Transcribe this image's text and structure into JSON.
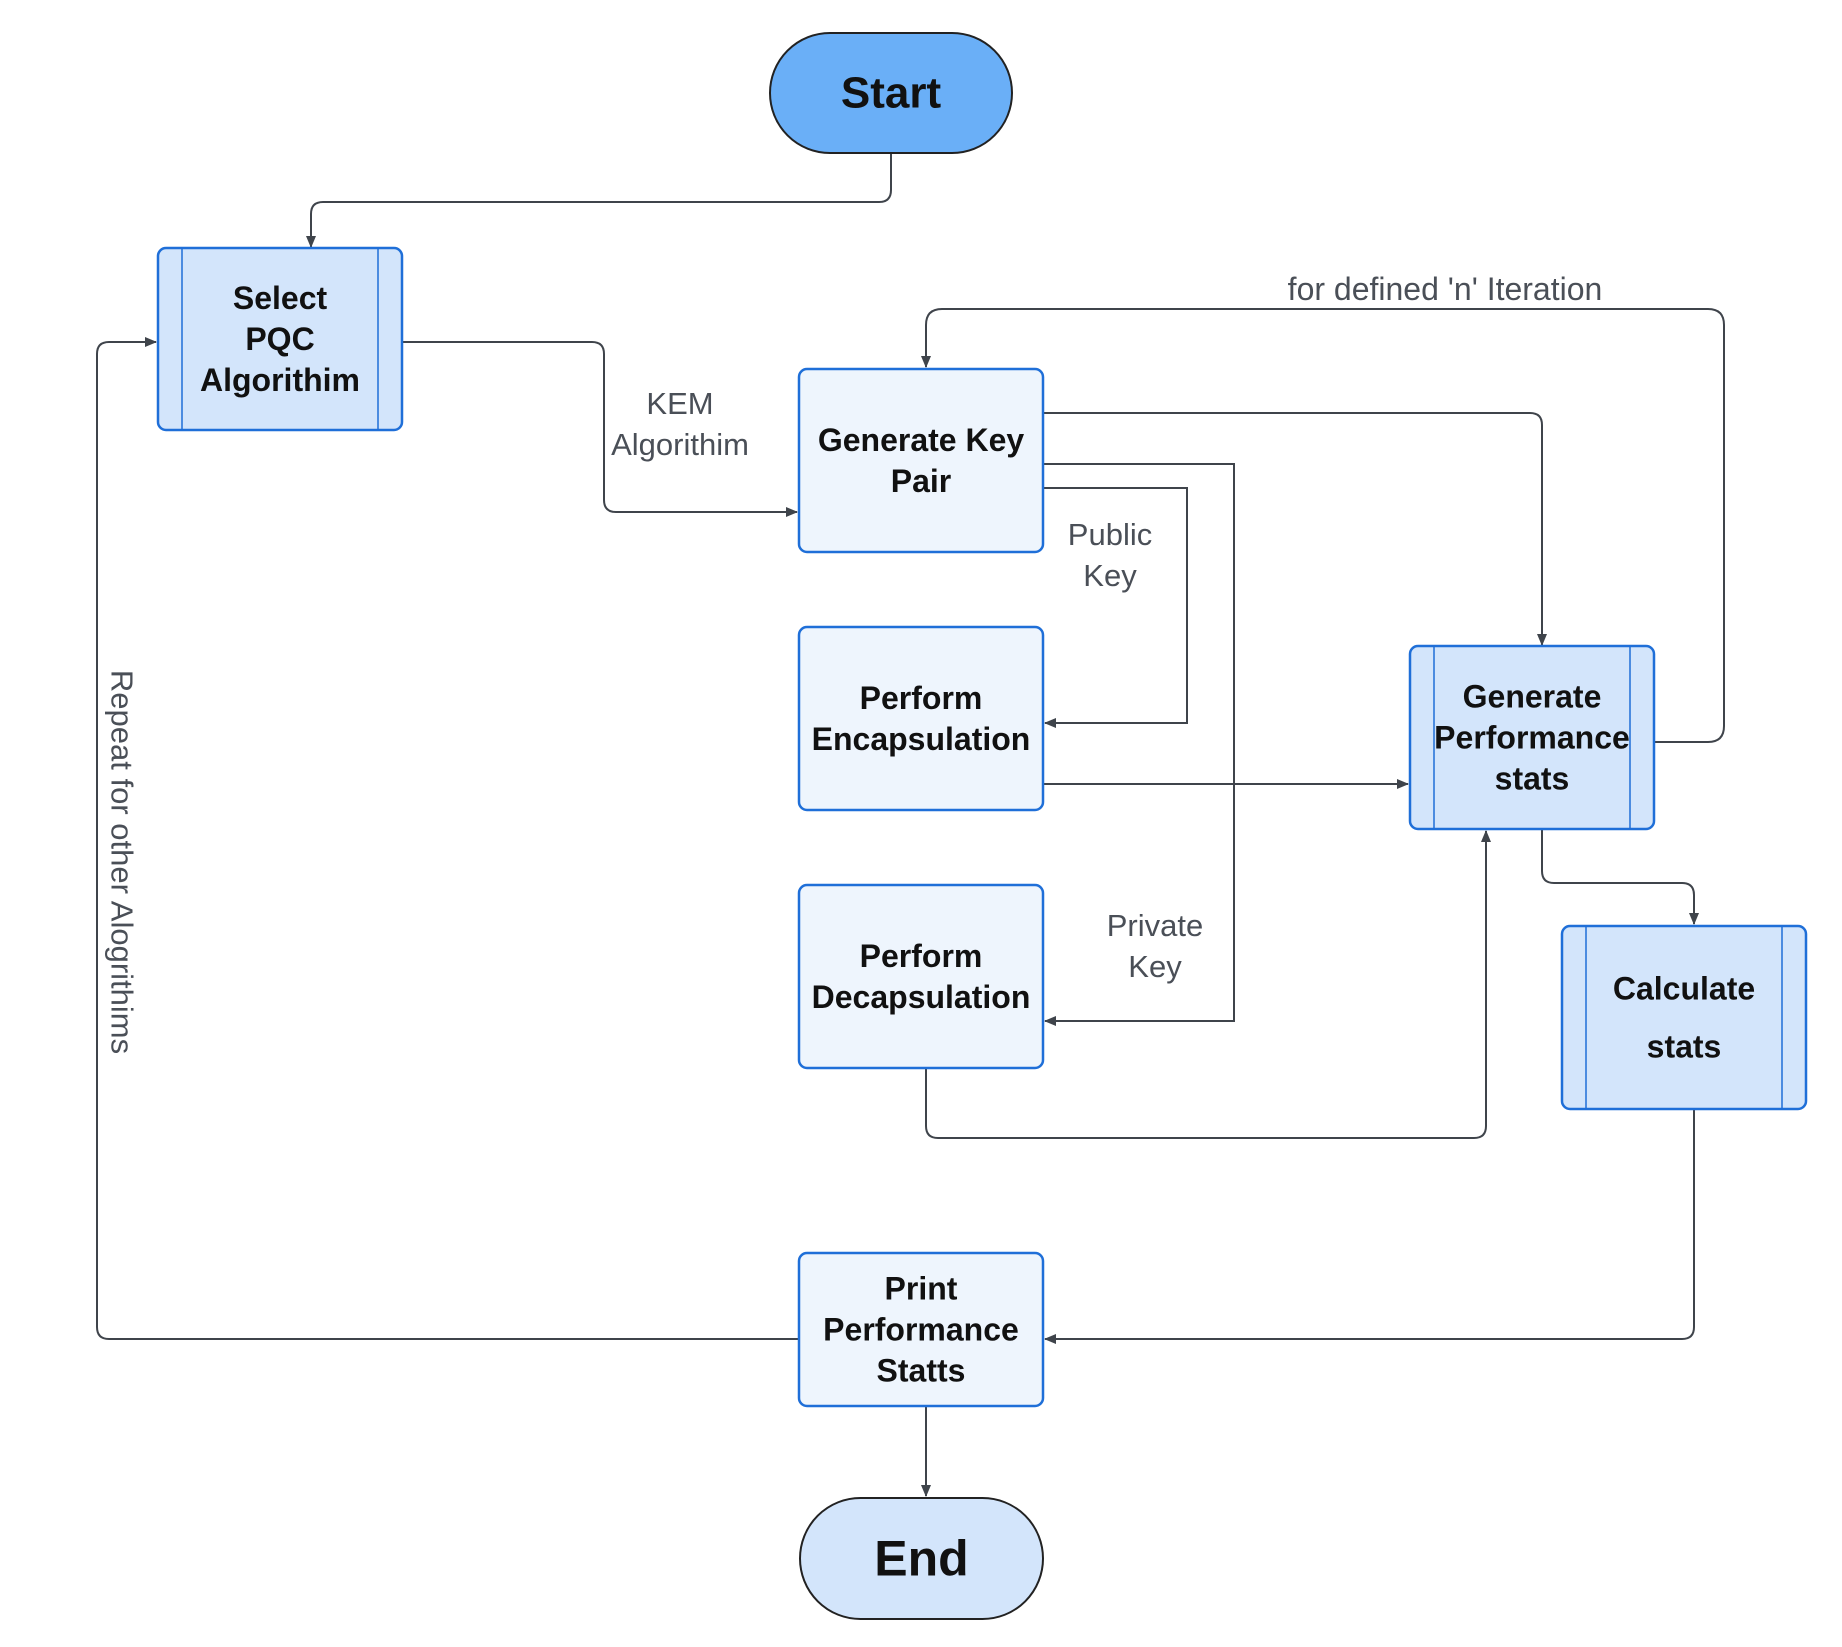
{
  "colors": {
    "terminal_fill_start": "#6aaff7",
    "terminal_fill_end": "#d3e5fb",
    "process_fill": "#eef5fd",
    "subprocess_fill": "#d3e5fb",
    "border": "#1f6fd8",
    "connector": "#3f444b",
    "label": "#4a4f57"
  },
  "nodes": {
    "start": {
      "shape": "terminal",
      "lines": [
        "Start"
      ]
    },
    "select": {
      "shape": "subprocess",
      "lines": [
        "Select",
        "PQC",
        "Algorithim"
      ]
    },
    "keygen": {
      "shape": "process",
      "lines": [
        "Generate Key",
        "Pair"
      ]
    },
    "encap": {
      "shape": "process",
      "lines": [
        "Perform",
        "Encapsulation"
      ]
    },
    "decap": {
      "shape": "process",
      "lines": [
        "Perform",
        "Decapsulation"
      ]
    },
    "genstats": {
      "shape": "subprocess",
      "lines": [
        "Generate",
        "Performance",
        "stats"
      ]
    },
    "calcstats": {
      "shape": "subprocess",
      "lines": [
        "Calculate",
        "stats"
      ]
    },
    "print": {
      "shape": "process",
      "lines": [
        "Print",
        "Performance",
        "Statts"
      ]
    },
    "end": {
      "shape": "terminal",
      "lines": [
        "End"
      ]
    }
  },
  "edge_labels": {
    "kem": [
      "KEM",
      "Algorithim"
    ],
    "public_key": [
      "Public",
      "Key"
    ],
    "private_key": [
      "Private",
      "Key"
    ],
    "iteration": [
      "for defined 'n' Iteration"
    ],
    "repeat": [
      "Repeat for other Alogrithims"
    ]
  },
  "edges": [
    {
      "from": "start",
      "to": "select"
    },
    {
      "from": "select",
      "to": "keygen",
      "label": "kem"
    },
    {
      "from": "keygen",
      "to": "encap",
      "label": "public_key"
    },
    {
      "from": "keygen",
      "to": "decap",
      "label": "private_key"
    },
    {
      "from": "keygen",
      "to": "genstats"
    },
    {
      "from": "encap",
      "to": "genstats"
    },
    {
      "from": "decap",
      "to": "genstats"
    },
    {
      "from": "genstats",
      "to": "keygen",
      "label": "iteration"
    },
    {
      "from": "genstats",
      "to": "calcstats"
    },
    {
      "from": "calcstats",
      "to": "print"
    },
    {
      "from": "print",
      "to": "select",
      "label": "repeat"
    },
    {
      "from": "print",
      "to": "end"
    }
  ]
}
